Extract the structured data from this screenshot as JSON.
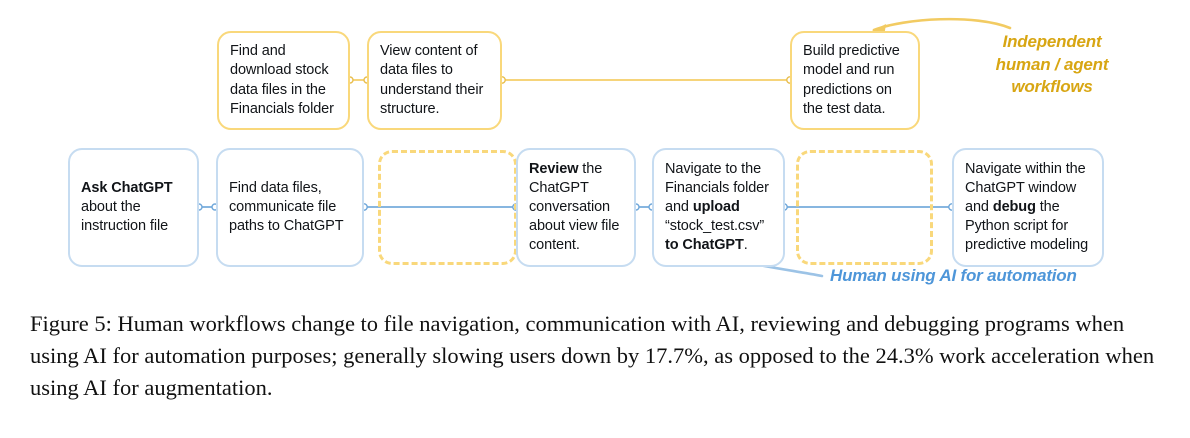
{
  "figure": {
    "caption": "Figure 5: Human workflows change to file navigation, communication with AI, reviewing and debugging programs when using AI for automation purposes; generally slowing users down by 17.7%, as opposed to the 24.3% work acceleration when using AI for augmentation.",
    "caption_label": "Figure 5:",
    "stats": {
      "slowdown_pct": "17.7%",
      "acceleration_pct": "24.3%"
    }
  },
  "colors": {
    "yellow_border": "#F9D87B",
    "yellow_text": "#D8A613",
    "blue_border": "#C6DCF1",
    "blue_line": "#87B6E0",
    "blue_text": "#4E96D9",
    "node_text": "#111418",
    "background": "#FFFFFF"
  },
  "top_row": {
    "label": "Independent human / agent workflows",
    "label_lines": [
      "Independent",
      "human / agent",
      "workflows"
    ],
    "nodes": [
      {
        "id": "find-download-stock-data",
        "text": "Find and download stock data files in the Financials folder",
        "style": "yellow"
      },
      {
        "id": "view-content-data-files",
        "text": "View content of data files to understand their structure.",
        "style": "yellow"
      },
      {
        "id": "build-predictive-model",
        "text": "Build predictive model and run predictions on the test data.",
        "style": "yellow"
      }
    ]
  },
  "bottom_row": {
    "label": "Human using AI for automation",
    "nodes": [
      {
        "id": "ask-chatgpt-instruction-file",
        "bold_prefix": "Ask ChatGPT",
        "text": " about the instruction file",
        "style": "blue"
      },
      {
        "id": "find-data-files-communicate",
        "bold_prefix": "",
        "text": "Find data files, communicate file paths to ChatGPT",
        "style": "blue"
      },
      {
        "id": "placeholder-1",
        "bold_prefix": "",
        "text": "",
        "style": "dashed"
      },
      {
        "id": "review-chatgpt-conversation",
        "bold_prefix": "Review",
        "text": " the ChatGPT conversation about view file content.",
        "style": "blue"
      },
      {
        "id": "navigate-upload-stock-test",
        "bold_prefix": "",
        "text": "Navigate to the Financials folder and upload “stock_test.csv” to ChatGPT.",
        "style": "blue"
      },
      {
        "id": "placeholder-2",
        "bold_prefix": "",
        "text": "",
        "style": "dashed"
      },
      {
        "id": "navigate-debug-python",
        "bold_prefix": "",
        "text": "Navigate within the ChatGPT window and debug the Python script for predictive modeling",
        "style": "blue"
      }
    ]
  },
  "icons": {
    "connector_endpoint": "connector-dot-icon",
    "arrow_gold": "curved-arrow-gold-icon",
    "arrow_blue": "curved-arrow-blue-icon"
  }
}
